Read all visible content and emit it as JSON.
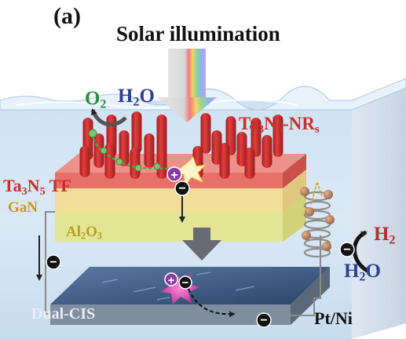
{
  "panel_label": "(a)",
  "title": "Solar illumination",
  "labels": {
    "o2": {
      "base": "O",
      "sub": "2"
    },
    "h2o_top": {
      "base": "H",
      "sub": "2",
      "tail": "O"
    },
    "nanorods": {
      "base": "Ta",
      "sub1": "3",
      "mid": "N",
      "sub2": "5",
      "tail": "-NR",
      "sub3": "s"
    },
    "thin_film": {
      "base": "Ta",
      "sub1": "3",
      "mid": "N",
      "sub2": "5",
      "tail": " TF"
    },
    "gan": "GaN",
    "al2o3": {
      "base": "Al",
      "sub1": "2",
      "mid": "O",
      "sub2": "3"
    },
    "h2": {
      "base": "H",
      "sub": "2"
    },
    "h2o_right": {
      "base": "H",
      "sub": "2",
      "tail": "O"
    },
    "dual_cis": "Dual-CIS",
    "pt_ni": "Pt/Ni"
  },
  "charges": {
    "hole": "+",
    "electron": "−"
  },
  "colors": {
    "nanorod": "#c9282a",
    "thin_film": "#d9534a",
    "gan": "#f2dc96",
    "al2o3": "#e4e48a",
    "substrate": "#3c5a82",
    "water": "#bcd6ee",
    "wire": "#8a8a8a",
    "o2_text": "#2e8b45",
    "h2o_text": "#2f3f8f",
    "h2_text": "#b6302c"
  }
}
